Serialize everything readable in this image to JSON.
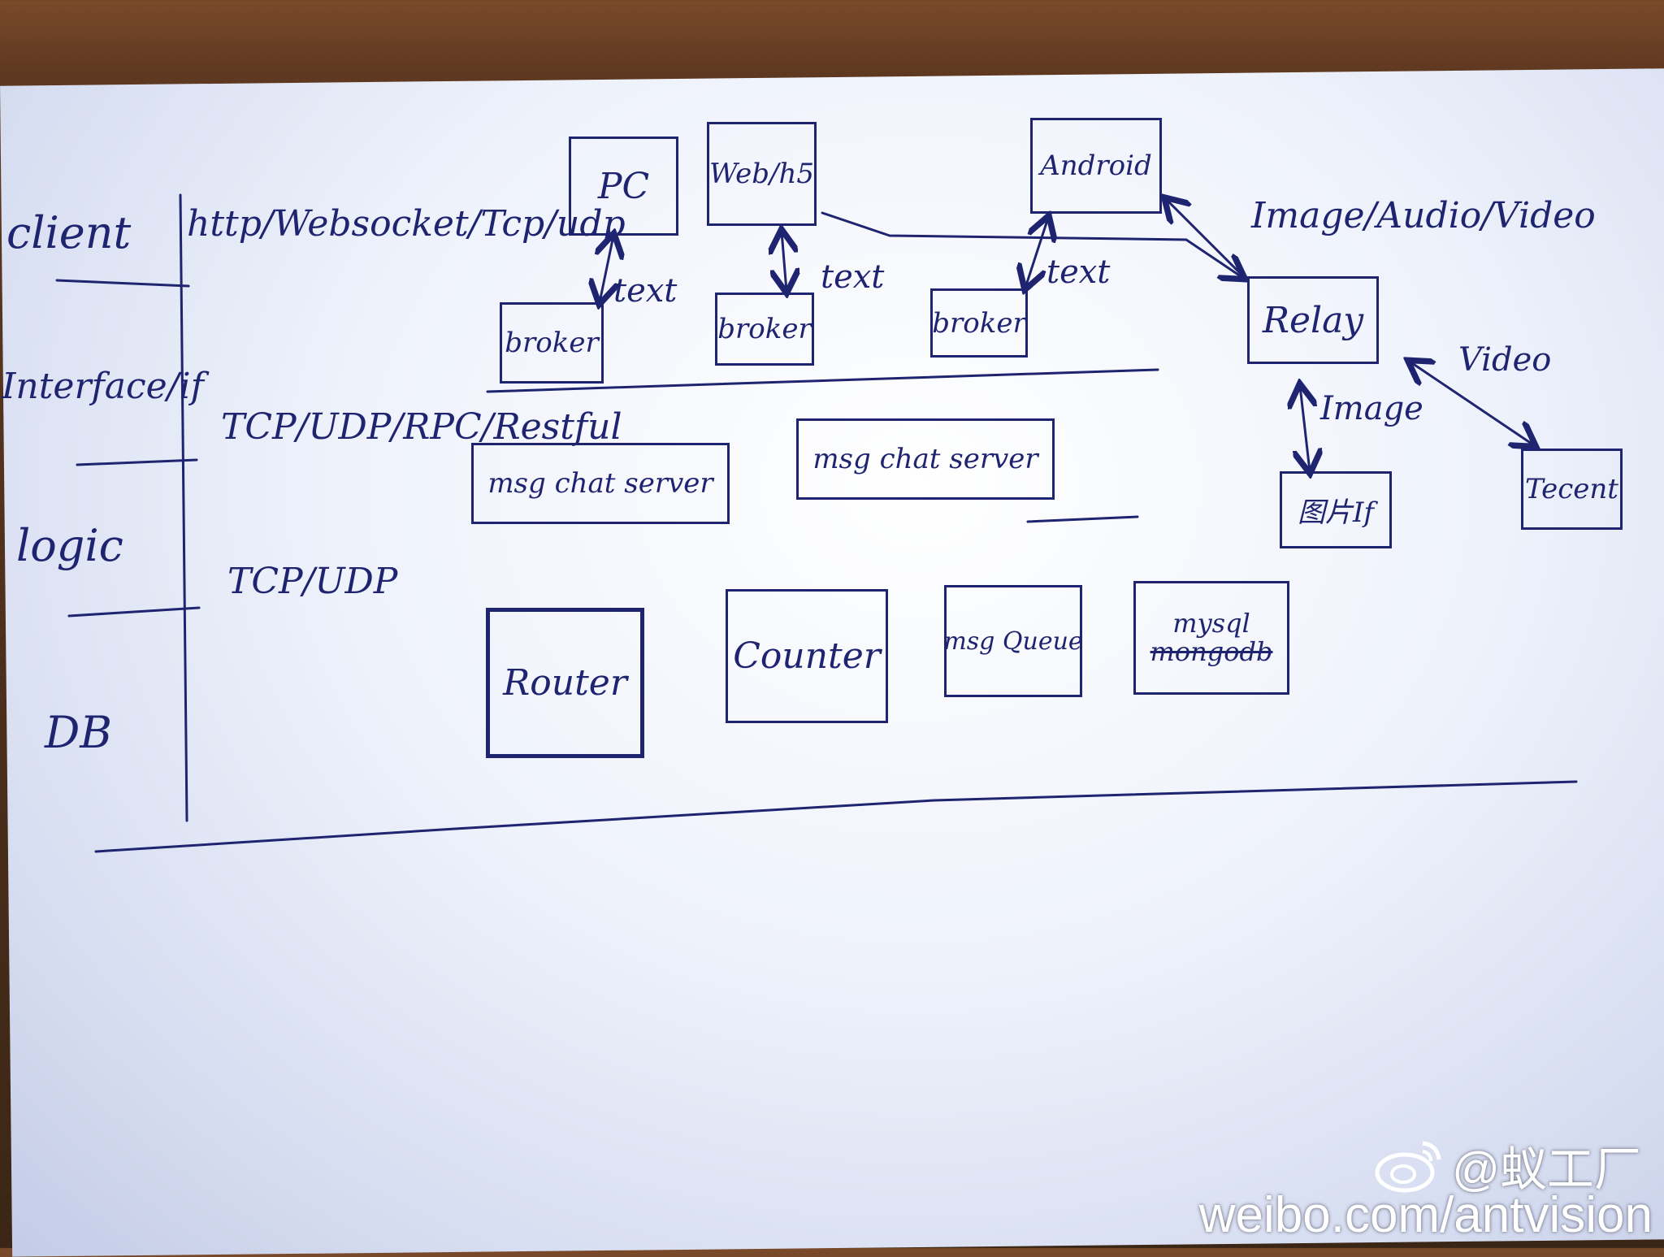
{
  "layers": {
    "client": "client",
    "interface": "Interface/if",
    "logic": "logic",
    "db": "DB"
  },
  "protocols": {
    "client": "http/Websocket/Tcp/udp",
    "interface": "TCP/UDP/RPC/Restful",
    "logic": "TCP/UDP"
  },
  "clients": {
    "pc": "PC",
    "web": "Web/h5",
    "android": "Android"
  },
  "brokers": [
    "broker",
    "broker",
    "broker"
  ],
  "links": {
    "text1": "text",
    "text2": "text",
    "text3": "text",
    "media": "Image/Audio/Video",
    "video": "Video",
    "image": "Image"
  },
  "services": {
    "relay": "Relay",
    "tecent": "Tecent",
    "img_if": "图片If",
    "chat1": "msg chat server",
    "chat2": "msg chat server"
  },
  "db": {
    "router": "Router",
    "counter": "Counter",
    "queue": "msg Queue",
    "mysql": "mysql",
    "mongodb": "mongodb"
  },
  "watermark": {
    "user": "@蚁工厂",
    "url": "weibo.com/antvision"
  }
}
